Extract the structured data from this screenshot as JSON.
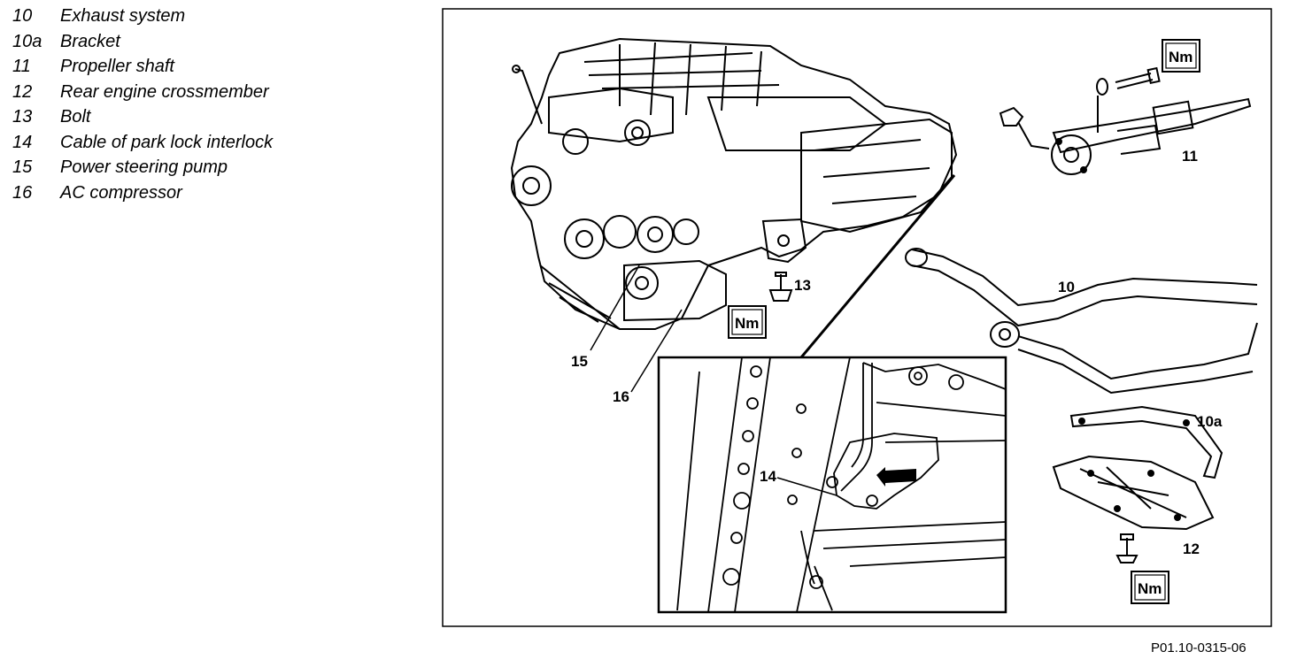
{
  "legend": [
    {
      "num": "10",
      "text": "Exhaust system"
    },
    {
      "num": "10a",
      "text": "Bracket"
    },
    {
      "num": "11",
      "text": "Propeller shaft"
    },
    {
      "num": "12",
      "text": "Rear engine crossmember"
    },
    {
      "num": "13",
      "text": "Bolt"
    },
    {
      "num": "14",
      "text": "Cable of park lock interlock"
    },
    {
      "num": "15",
      "text": "Power steering pump"
    },
    {
      "num": "16",
      "text": "AC compressor"
    }
  ],
  "callouts": {
    "c10": "10",
    "c10a": "10a",
    "c11": "11",
    "c12": "12",
    "c13": "13",
    "c14": "14",
    "c15": "15",
    "c16": "16"
  },
  "torque_label": "Nm",
  "figure_code": "P01.10-0315-06"
}
